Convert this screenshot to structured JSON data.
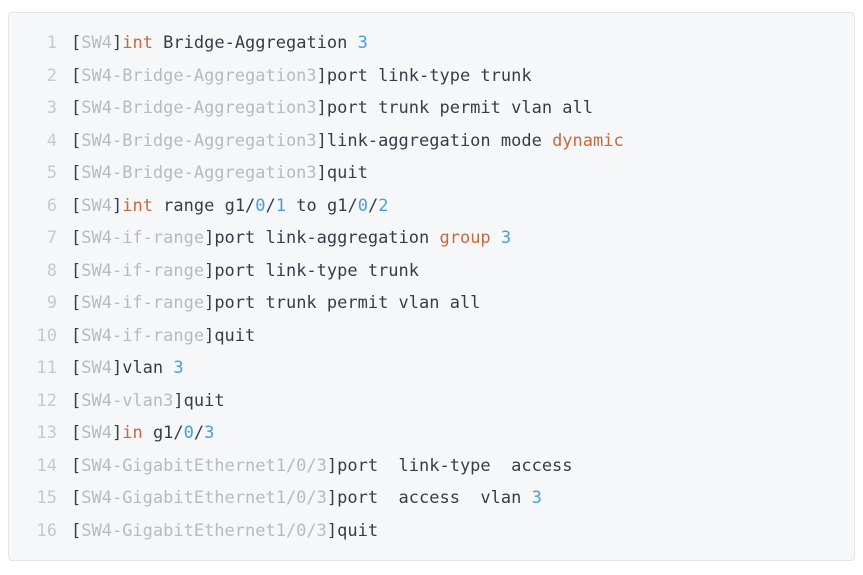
{
  "code_block": {
    "colors": {
      "text": "#353e48",
      "muted": "#b4bbc2",
      "keyword": "#c56a3f",
      "number": "#45a1d8",
      "line_number": "#c3c9cf",
      "background": "#f6f7f8",
      "border": "#e3e6e9",
      "page_bg": "#ffffff"
    },
    "lines": [
      {
        "number": "1",
        "tokens": [
          {
            "c": "txt",
            "t": "["
          },
          {
            "c": "mut",
            "t": "SW4"
          },
          {
            "c": "txt",
            "t": "]"
          },
          {
            "c": "kw",
            "t": "int"
          },
          {
            "c": "txt",
            "t": " Bridge-Aggregation "
          },
          {
            "c": "num",
            "t": "3"
          }
        ]
      },
      {
        "number": "2",
        "tokens": [
          {
            "c": "txt",
            "t": "["
          },
          {
            "c": "mut",
            "t": "SW4-Bridge-Aggregation3"
          },
          {
            "c": "txt",
            "t": "]port link-type trunk"
          }
        ]
      },
      {
        "number": "3",
        "tokens": [
          {
            "c": "txt",
            "t": "["
          },
          {
            "c": "mut",
            "t": "SW4-Bridge-Aggregation3"
          },
          {
            "c": "txt",
            "t": "]port trunk permit vlan all"
          }
        ]
      },
      {
        "number": "4",
        "tokens": [
          {
            "c": "txt",
            "t": "["
          },
          {
            "c": "mut",
            "t": "SW4-Bridge-Aggregation3"
          },
          {
            "c": "txt",
            "t": "]link-aggregation mode "
          },
          {
            "c": "kw",
            "t": "dynamic"
          }
        ]
      },
      {
        "number": "5",
        "tokens": [
          {
            "c": "txt",
            "t": "["
          },
          {
            "c": "mut",
            "t": "SW4-Bridge-Aggregation3"
          },
          {
            "c": "txt",
            "t": "]quit"
          }
        ]
      },
      {
        "number": "6",
        "tokens": [
          {
            "c": "txt",
            "t": "["
          },
          {
            "c": "mut",
            "t": "SW4"
          },
          {
            "c": "txt",
            "t": "]"
          },
          {
            "c": "kw",
            "t": "int"
          },
          {
            "c": "txt",
            "t": " range g1/"
          },
          {
            "c": "num",
            "t": "0"
          },
          {
            "c": "txt",
            "t": "/"
          },
          {
            "c": "num",
            "t": "1"
          },
          {
            "c": "txt",
            "t": " to g1/"
          },
          {
            "c": "num",
            "t": "0"
          },
          {
            "c": "txt",
            "t": "/"
          },
          {
            "c": "num",
            "t": "2"
          }
        ]
      },
      {
        "number": "7",
        "tokens": [
          {
            "c": "txt",
            "t": "["
          },
          {
            "c": "mut",
            "t": "SW4-if-range"
          },
          {
            "c": "txt",
            "t": "]port link-aggregation "
          },
          {
            "c": "kw",
            "t": "group"
          },
          {
            "c": "txt",
            "t": " "
          },
          {
            "c": "num",
            "t": "3"
          }
        ]
      },
      {
        "number": "8",
        "tokens": [
          {
            "c": "txt",
            "t": "["
          },
          {
            "c": "mut",
            "t": "SW4-if-range"
          },
          {
            "c": "txt",
            "t": "]port link-type trunk"
          }
        ]
      },
      {
        "number": "9",
        "tokens": [
          {
            "c": "txt",
            "t": "["
          },
          {
            "c": "mut",
            "t": "SW4-if-range"
          },
          {
            "c": "txt",
            "t": "]port trunk permit vlan all"
          }
        ]
      },
      {
        "number": "10",
        "tokens": [
          {
            "c": "txt",
            "t": "["
          },
          {
            "c": "mut",
            "t": "SW4-if-range"
          },
          {
            "c": "txt",
            "t": "]quit"
          }
        ]
      },
      {
        "number": "11",
        "tokens": [
          {
            "c": "txt",
            "t": "["
          },
          {
            "c": "mut",
            "t": "SW4"
          },
          {
            "c": "txt",
            "t": "]vlan "
          },
          {
            "c": "num",
            "t": "3"
          }
        ]
      },
      {
        "number": "12",
        "tokens": [
          {
            "c": "txt",
            "t": "["
          },
          {
            "c": "mut",
            "t": "SW4-vlan3"
          },
          {
            "c": "txt",
            "t": "]quit"
          }
        ]
      },
      {
        "number": "13",
        "tokens": [
          {
            "c": "txt",
            "t": "["
          },
          {
            "c": "mut",
            "t": "SW4"
          },
          {
            "c": "txt",
            "t": "]"
          },
          {
            "c": "kw",
            "t": "in"
          },
          {
            "c": "txt",
            "t": " g1/"
          },
          {
            "c": "num",
            "t": "0"
          },
          {
            "c": "txt",
            "t": "/"
          },
          {
            "c": "num",
            "t": "3"
          }
        ]
      },
      {
        "number": "14",
        "tokens": [
          {
            "c": "txt",
            "t": "["
          },
          {
            "c": "mut",
            "t": "SW4-GigabitEthernet1/0/3"
          },
          {
            "c": "txt",
            "t": "]port  link-type  access"
          }
        ]
      },
      {
        "number": "15",
        "tokens": [
          {
            "c": "txt",
            "t": "["
          },
          {
            "c": "mut",
            "t": "SW4-GigabitEthernet1/0/3"
          },
          {
            "c": "txt",
            "t": "]port  access  vlan "
          },
          {
            "c": "num",
            "t": "3"
          }
        ]
      },
      {
        "number": "16",
        "tokens": [
          {
            "c": "txt",
            "t": "["
          },
          {
            "c": "mut",
            "t": "SW4-GigabitEthernet1/0/3"
          },
          {
            "c": "txt",
            "t": "]quit"
          }
        ]
      }
    ]
  }
}
